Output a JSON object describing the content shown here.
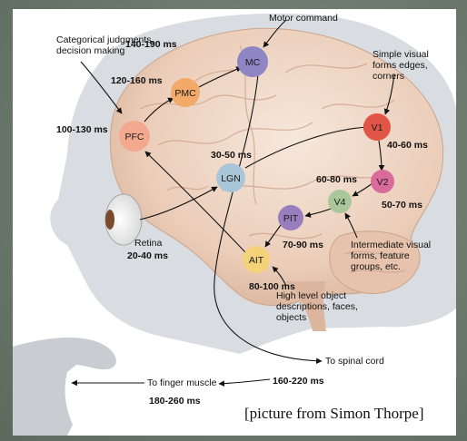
{
  "nodes": {
    "v1": {
      "name": "V1",
      "time": "40-60 ms",
      "color": "#e05545"
    },
    "v2": {
      "name": "V2",
      "time": "50-70 ms",
      "color": "#d86b9a"
    },
    "v4": {
      "name": "V4",
      "time": "60-80 ms",
      "color": "#a9c79a"
    },
    "pit": {
      "name": "PIT",
      "time": "70-90 ms",
      "color": "#9a7dbf"
    },
    "ait": {
      "name": "AIT",
      "time": "80-100 ms",
      "color": "#f3d27a"
    },
    "pfc": {
      "name": "PFC",
      "time": "100-130 ms",
      "color": "#f2a98e"
    },
    "pmc": {
      "name": "PMC",
      "time": "120-160 ms",
      "color": "#f3a96a"
    },
    "mc": {
      "name": "MC",
      "time": "140-190 ms",
      "color": "#8f84c4"
    },
    "lgn": {
      "name": "LGN",
      "time": "30-50 ms",
      "color": "#a8c6d8"
    }
  },
  "retina": {
    "name": "Retina",
    "time": "20-40 ms"
  },
  "annotations": {
    "categorical": "Categorical judgments, decision making",
    "motor": "Motor command",
    "simple_visual": "Simple visual forms edges, corners",
    "intermediate": "Intermediate visual forms, feature groups, etc.",
    "high_level": "High level object descriptions, faces, objects",
    "spinal_cord": "To spinal cord",
    "spinal_time": "160-220 ms",
    "finger_muscle": "To finger muscle",
    "finger_time": "180-260 ms"
  },
  "credit": "[picture from Simon Thorpe]"
}
